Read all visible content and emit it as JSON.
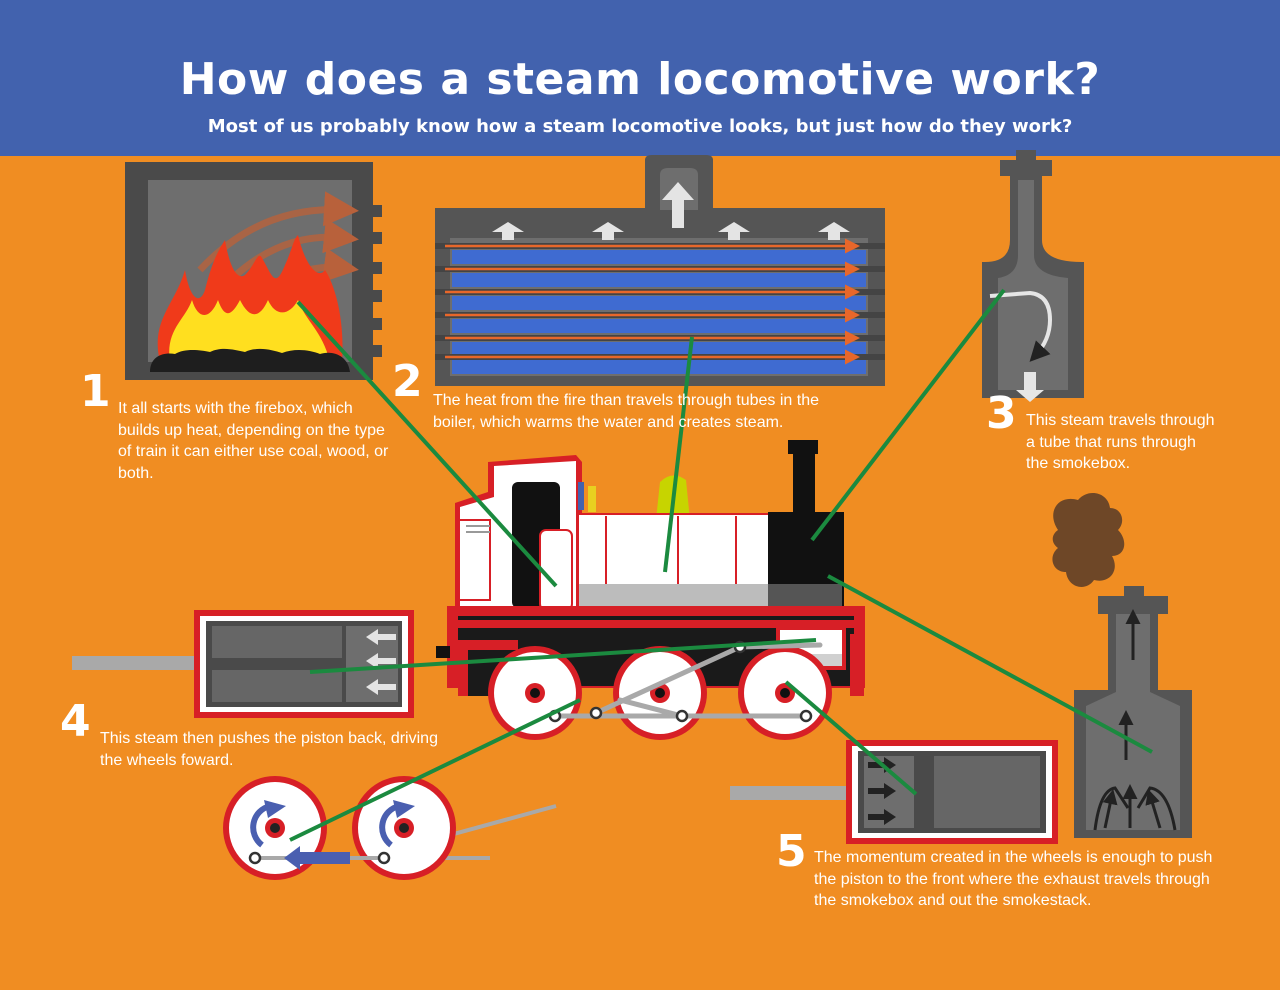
{
  "title": "How does a steam locomotive work?",
  "subtitle": "Most of us probably know how a steam locomotive looks, but just how do they work?",
  "colors": {
    "header": "#4262ae",
    "background": "#f08d22",
    "machinery": "#4a4a4a",
    "leader_line": "#1b8a3f",
    "rail_red": "#d71f26",
    "water": "#3f6bd1",
    "heat_tube": "#e8672a",
    "flame": "#ffdf1f",
    "smoke": "#6e4727"
  },
  "steps": [
    {
      "number": "1",
      "text": "It all starts with the firebox, which builds up heat, depending on the type of train it can either use coal, wood, or both."
    },
    {
      "number": "2",
      "text": "The heat from the fire than travels through tubes in the boiler, which warms the water and creates steam."
    },
    {
      "number": "3",
      "text": "This steam travels through a tube that runs through the smokebox."
    },
    {
      "number": "4",
      "text": "This steam then pushes the piston back, driving the wheels foward."
    },
    {
      "number": "5",
      "text": "The momentum created in the wheels is enough to push the piston to the front where the exhaust travels through the smokebox and out the smokestack."
    }
  ],
  "icons": {
    "firebox": "flame-icon",
    "boiler_steam": "up-arrow-icon",
    "wheel_rotation": "clockwise-arrow-icon",
    "piston_push": "left-arrow-icon"
  }
}
